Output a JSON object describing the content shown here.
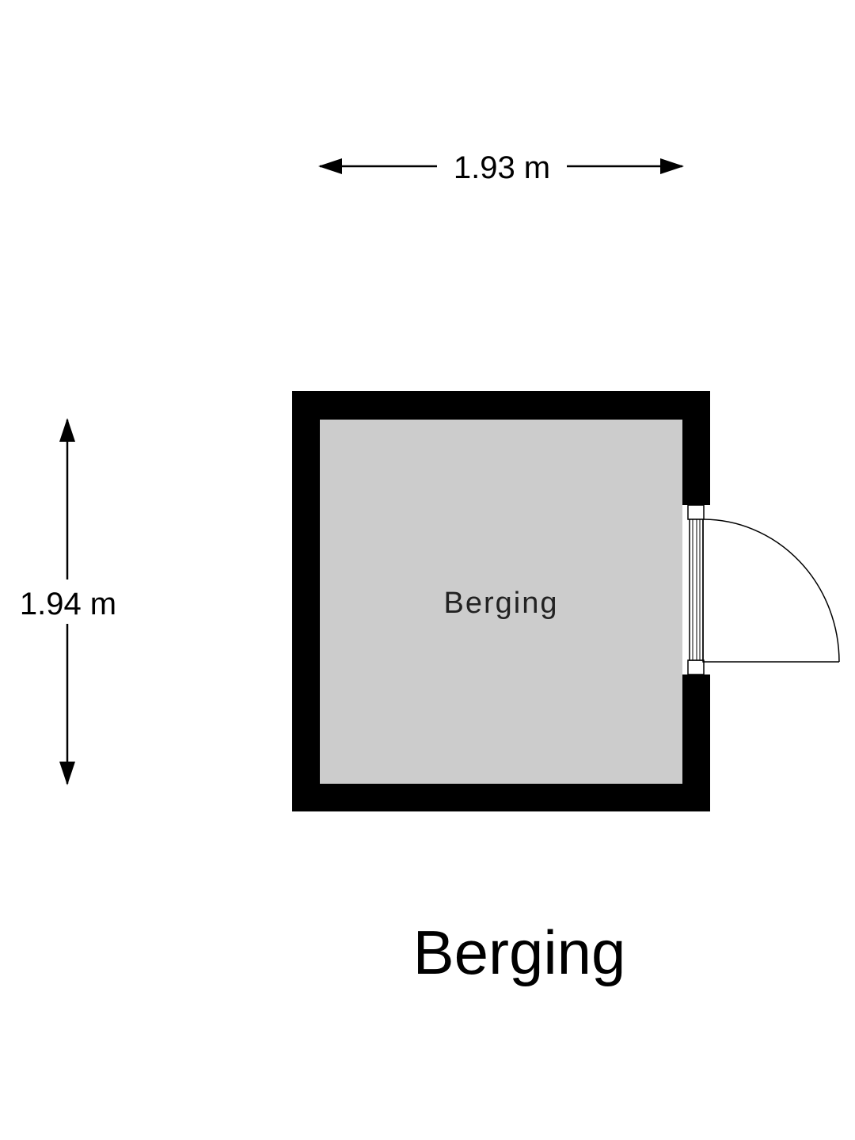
{
  "plan": {
    "title": "Berging",
    "colors": {
      "wall": "#000000",
      "floor": "#cccccc",
      "background": "#ffffff",
      "line": "#000000"
    }
  },
  "room": {
    "label": "Berging"
  },
  "dimensions": {
    "width": "1.93 m",
    "height": "1.94 m"
  }
}
